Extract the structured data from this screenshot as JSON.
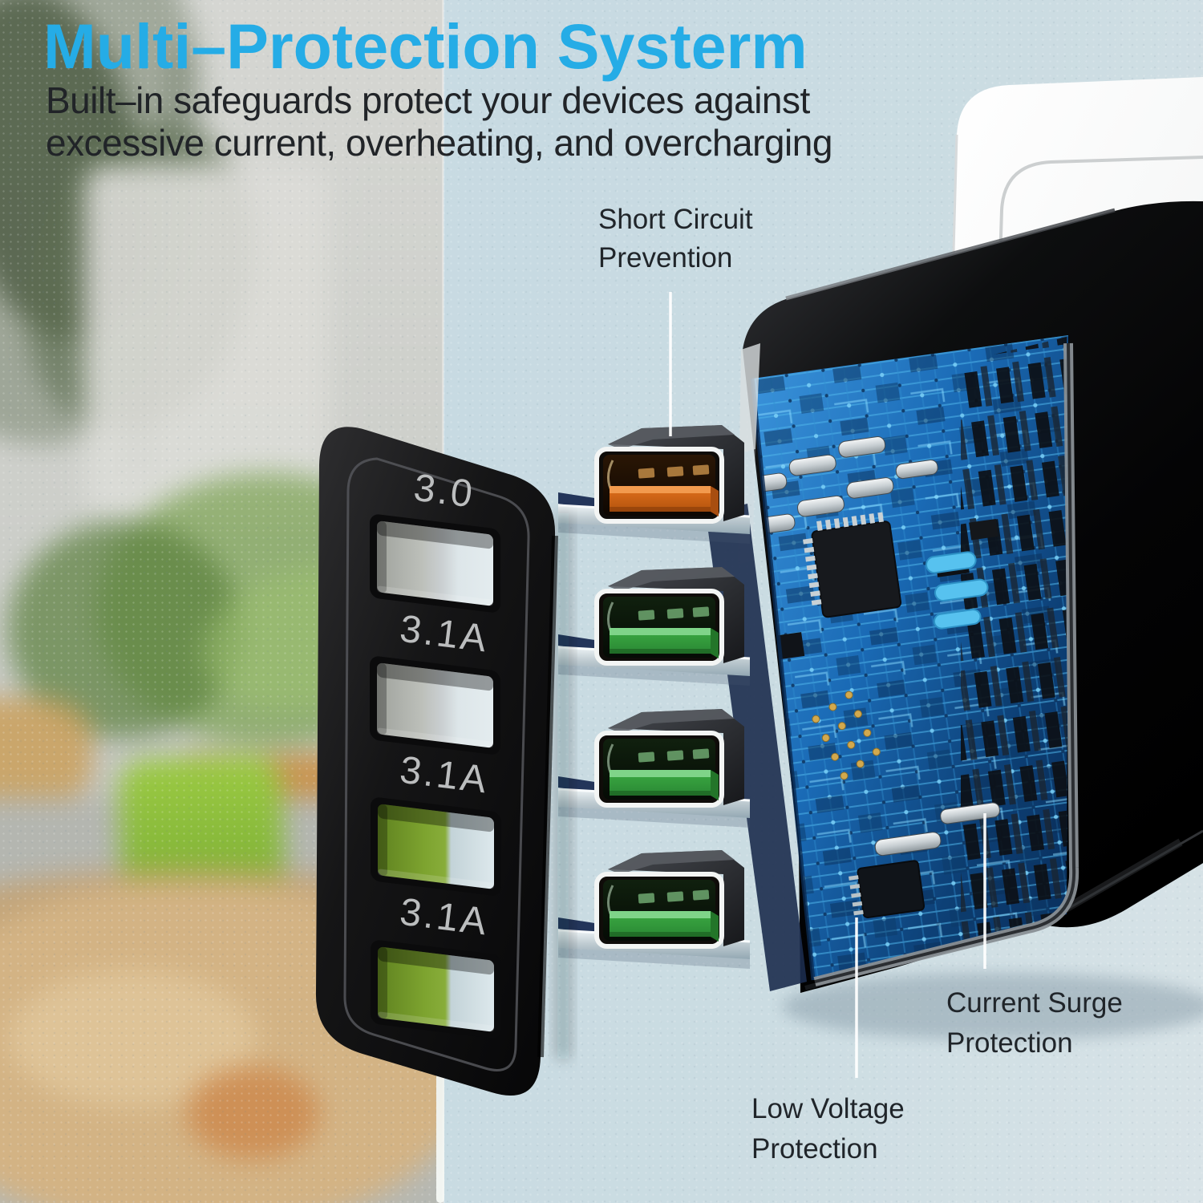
{
  "theme": {
    "accent_cyan": "#25ace6",
    "port_orange": "#e2701c",
    "port_green": "#3cab43",
    "pcb_blue": "#1a6ab5",
    "wall_blue": "#c7dae2",
    "label_dark": "#20252a"
  },
  "title": {
    "text": "Multi–Protection Systerm"
  },
  "subtitle": {
    "line1": "Built–in safeguards protect your devices against",
    "line2": "excessive current, overheating, and overcharging"
  },
  "callouts": {
    "short_circuit": {
      "line1": "Short Circuit",
      "line2": "Prevention"
    },
    "current_surge": {
      "line1": "Current Surge",
      "line2": "Protection"
    },
    "low_voltage": {
      "line1": "Low Voltage",
      "line2": "Protection"
    }
  },
  "charger": {
    "ports": [
      {
        "label": "3.0",
        "tongue_color": "orange"
      },
      {
        "label": "3.1A",
        "tongue_color": "green"
      },
      {
        "label": "3.1A",
        "tongue_color": "green"
      },
      {
        "label": "3.1A",
        "tongue_color": "green"
      }
    ]
  }
}
